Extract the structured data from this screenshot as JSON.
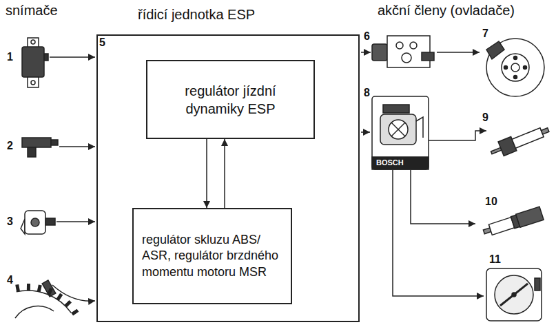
{
  "diagram": {
    "nodes": [
      {
        "text": [
          "řídicí jednotka ESP"
        ]
      },
      {
        "text": [
          "regulátor jízdní dynamiky ESP"
        ],
        "in": 0
      },
      {
        "text": [
          "regulátor skluzu ABS/ ASR, regulátor brzdného momentu motoru MSR"
        ],
        "in": 0
      }
    ],
    "edges": [
      {
        "from": 1,
        "to": 2,
        "arrow": "to"
      },
      {
        "from": 2,
        "to": 1,
        "arrow": "to"
      }
    ],
    "labels": [
      "snímače",
      "akční členy (ovladače)",
      "5",
      "1",
      "2",
      "3",
      "4",
      "6",
      "7",
      "8",
      "9",
      "10",
      "11",
      "BOSCH"
    ]
  }
}
